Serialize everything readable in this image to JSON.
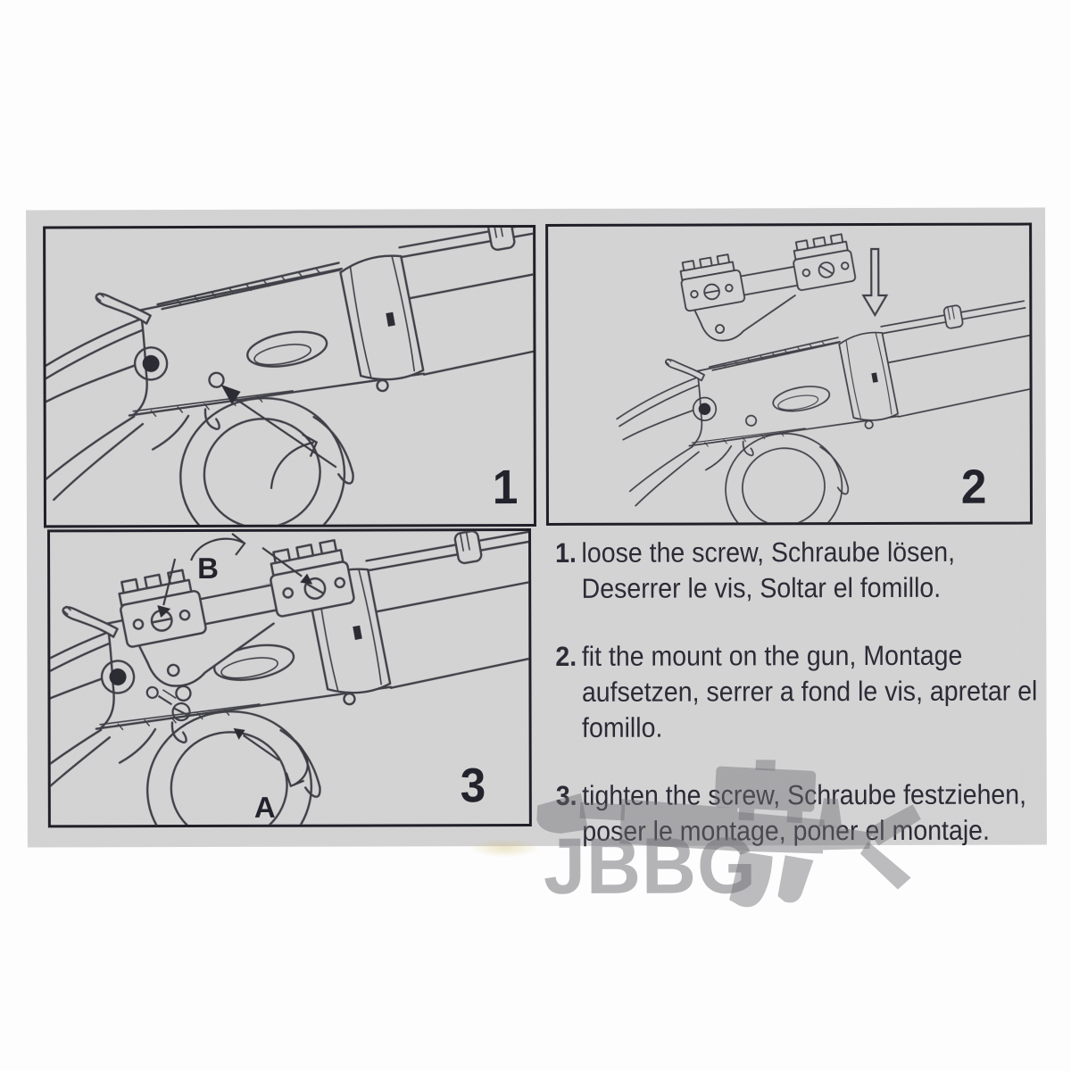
{
  "panels": [
    {
      "number": "1"
    },
    {
      "number": "2"
    },
    {
      "number": "3",
      "label_b": "B",
      "label_a": "A"
    }
  ],
  "steps": [
    {
      "number": "1.",
      "lines": [
        "loose the screw, Schraube lösen,",
        "Deserrer le vis, Soltar el fomillo."
      ]
    },
    {
      "number": "2.",
      "lines": [
        "fit the mount on the gun, Montage",
        "aufsetzen, serrer a fond le vis, apretar el",
        "fomillo."
      ]
    },
    {
      "number": "3.",
      "lines": [
        "tighten the screw, Schraube festziehen,",
        "poser le montage, poner el montaje."
      ]
    }
  ],
  "watermark": {
    "text": "JBBG"
  },
  "colors": {
    "card": "#d5d4d5",
    "line": "#3b3b43",
    "ink": "#262631"
  }
}
